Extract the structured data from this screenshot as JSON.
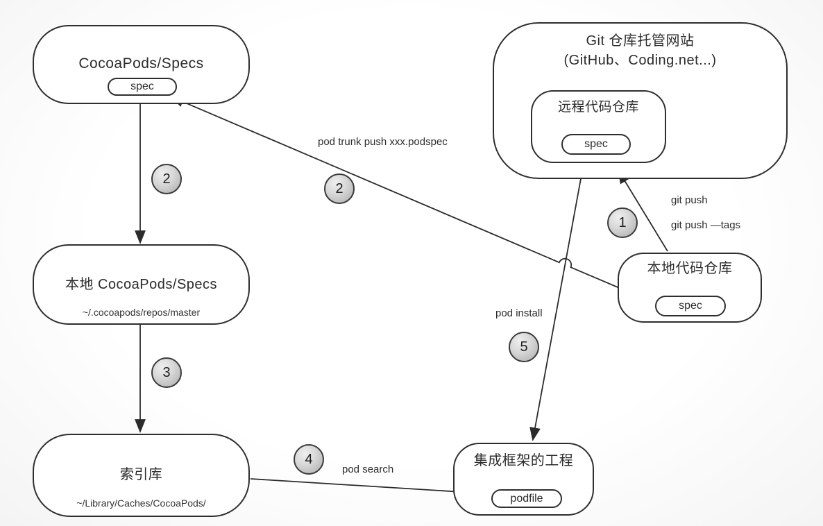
{
  "diagram": {
    "nodes": {
      "cocoapods_specs": {
        "title": "CocoaPods/Specs",
        "pill": "spec"
      },
      "git_hosting": {
        "title": "Git 仓库托管网站",
        "subtitle": "(GitHub、Coding.net...)"
      },
      "remote_repo": {
        "title": "远程代码仓库",
        "pill": "spec"
      },
      "local_specs": {
        "title": "本地 CocoaPods/Specs",
        "subtitle": "~/.cocoapods/repos/master"
      },
      "local_repo": {
        "title": "本地代码仓库",
        "pill": "spec"
      },
      "index_repo": {
        "title": "索引库",
        "subtitle": "~/Library/Caches/CocoaPods/"
      },
      "project": {
        "title": "集成框架的工程",
        "pill": "podfile"
      }
    },
    "edge_labels": {
      "pod_trunk_push": "pod trunk push xxx.podspec",
      "git_push": "git push",
      "git_push_tags": "git push —tags",
      "pod_install": "pod install",
      "pod_search": "pod search"
    },
    "steps": {
      "step1": "1",
      "step2_sync": "2",
      "step2_trunk": "2",
      "step3": "3",
      "step4": "4",
      "step5": "5"
    },
    "colors": {
      "line": "#2b2b2b",
      "node_border": "#2e2e2e",
      "node_fill": "#ffffff",
      "badge_fill": "#c8c8c8",
      "background": "#fbfbfb"
    }
  }
}
